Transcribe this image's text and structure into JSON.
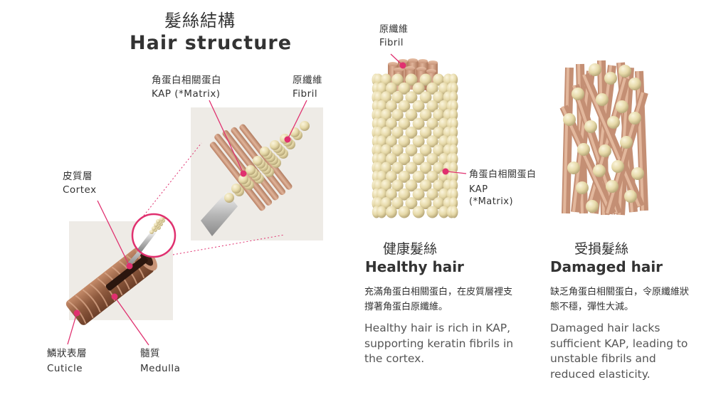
{
  "title": {
    "zh": "髮絲結構",
    "en": "Hair structure"
  },
  "structure_labels": {
    "kap_zh": "角蛋白相關蛋白",
    "kap_en": "KAP (*Matrix)",
    "fibril_zh": "原纖維",
    "fibril_en": "Fibril",
    "cortex_zh": "皮質層",
    "cortex_en": "Cortex",
    "cuticle_zh": "鱗狀表層",
    "cuticle_en": "Cuticle",
    "medulla_zh": "髓質",
    "medulla_en": "Medulla"
  },
  "healthy": {
    "fibril_zh": "原纖維",
    "fibril_en": "Fibril",
    "kap_zh": "角蛋白相關蛋白",
    "kap_en_1": "KAP",
    "kap_en_2": "(*Matrix)",
    "caption_zh": "健康髮絲",
    "caption_en": "Healthy hair",
    "desc_zh": "充滿角蛋白相關蛋白，在皮質層裡支撐著角蛋白原纖維。",
    "desc_en": "Healthy hair is rich in KAP, supporting keratin fibrils in the cortex."
  },
  "damaged": {
    "caption_zh": "受損髮絲",
    "caption_en": "Damaged hair",
    "desc_zh": "缺乏角蛋白相關蛋白，令原纖維狀態不穩，彈性大減。",
    "desc_en": "Damaged hair lacks sufficient KAP, leading to unstable fibrils and reduced elasticity."
  },
  "colors": {
    "accent": "#e0306f",
    "bead": "#e8dcae",
    "fibril": "#d3a58b",
    "cuticle": "#a0684a",
    "panel": "#eeebe6"
  }
}
